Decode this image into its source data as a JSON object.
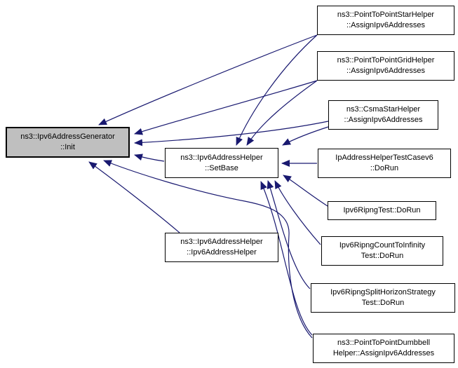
{
  "diagram": {
    "kind": "doxygen-caller-graph",
    "selected_node": "ns3::Ipv6AddressGenerator::Init",
    "colors": {
      "edge": "#191970",
      "node_fill": "#ffffff",
      "node_border": "#000000",
      "selected_node_fill": "#bfbfbf",
      "background": "#ffffff"
    },
    "nodes": {
      "init": {
        "line1": "ns3::Ipv6AddressGenerator",
        "line2": "::Init"
      },
      "setbase": {
        "line1": "ns3::Ipv6AddressHelper",
        "line2": "::SetBase"
      },
      "ctor": {
        "line1": "ns3::Ipv6AddressHelper",
        "line2": "::Ipv6AddressHelper"
      },
      "star": {
        "line1": "ns3::PointToPointStarHelper",
        "line2": "::AssignIpv6Addresses"
      },
      "grid": {
        "line1": "ns3::PointToPointGridHelper",
        "line2": "::AssignIpv6Addresses"
      },
      "csma": {
        "line1": "ns3::CsmaStarHelper",
        "line2": "::AssignIpv6Addresses"
      },
      "testcase": {
        "line1": "IpAddressHelperTestCasev6",
        "line2": "::DoRun"
      },
      "ripngtest": {
        "line1": "Ipv6RipngTest::DoRun"
      },
      "counttoinf": {
        "line1": "Ipv6RipngCountToInfinity",
        "line2": "Test::DoRun"
      },
      "splithorizon": {
        "line1": "Ipv6RipngSplitHorizonStrategy",
        "line2": "Test::DoRun"
      },
      "dumbbell": {
        "line1": "ns3::PointToPointDumbbell",
        "line2": "Helper::AssignIpv6Addresses"
      }
    },
    "edges": [
      {
        "from": "ns3::PointToPointStarHelper::AssignIpv6Addresses",
        "to": "ns3::Ipv6AddressGenerator::Init"
      },
      {
        "from": "ns3::PointToPointStarHelper::AssignIpv6Addresses",
        "to": "ns3::Ipv6AddressHelper::SetBase"
      },
      {
        "from": "ns3::PointToPointGridHelper::AssignIpv6Addresses",
        "to": "ns3::Ipv6AddressGenerator::Init"
      },
      {
        "from": "ns3::PointToPointGridHelper::AssignIpv6Addresses",
        "to": "ns3::Ipv6AddressHelper::SetBase"
      },
      {
        "from": "ns3::CsmaStarHelper::AssignIpv6Addresses",
        "to": "ns3::Ipv6AddressGenerator::Init"
      },
      {
        "from": "ns3::CsmaStarHelper::AssignIpv6Addresses",
        "to": "ns3::Ipv6AddressHelper::SetBase"
      },
      {
        "from": "ns3::Ipv6AddressHelper::SetBase",
        "to": "ns3::Ipv6AddressGenerator::Init"
      },
      {
        "from": "IpAddressHelperTestCasev6::DoRun",
        "to": "ns3::Ipv6AddressHelper::SetBase"
      },
      {
        "from": "Ipv6RipngTest::DoRun",
        "to": "ns3::Ipv6AddressHelper::SetBase"
      },
      {
        "from": "Ipv6RipngCountToInfinityTest::DoRun",
        "to": "ns3::Ipv6AddressHelper::SetBase"
      },
      {
        "from": "Ipv6RipngSplitHorizonStrategyTest::DoRun",
        "to": "ns3::Ipv6AddressHelper::SetBase"
      },
      {
        "from": "ns3::PointToPointDumbbellHelper::AssignIpv6Addresses",
        "to": "ns3::Ipv6AddressHelper::SetBase"
      },
      {
        "from": "ns3::Ipv6AddressHelper::Ipv6AddressHelper",
        "to": "ns3::Ipv6AddressGenerator::Init"
      },
      {
        "from": "ns3::PointToPointDumbbellHelper::AssignIpv6Addresses",
        "to": "ns3::Ipv6AddressGenerator::Init"
      }
    ]
  }
}
